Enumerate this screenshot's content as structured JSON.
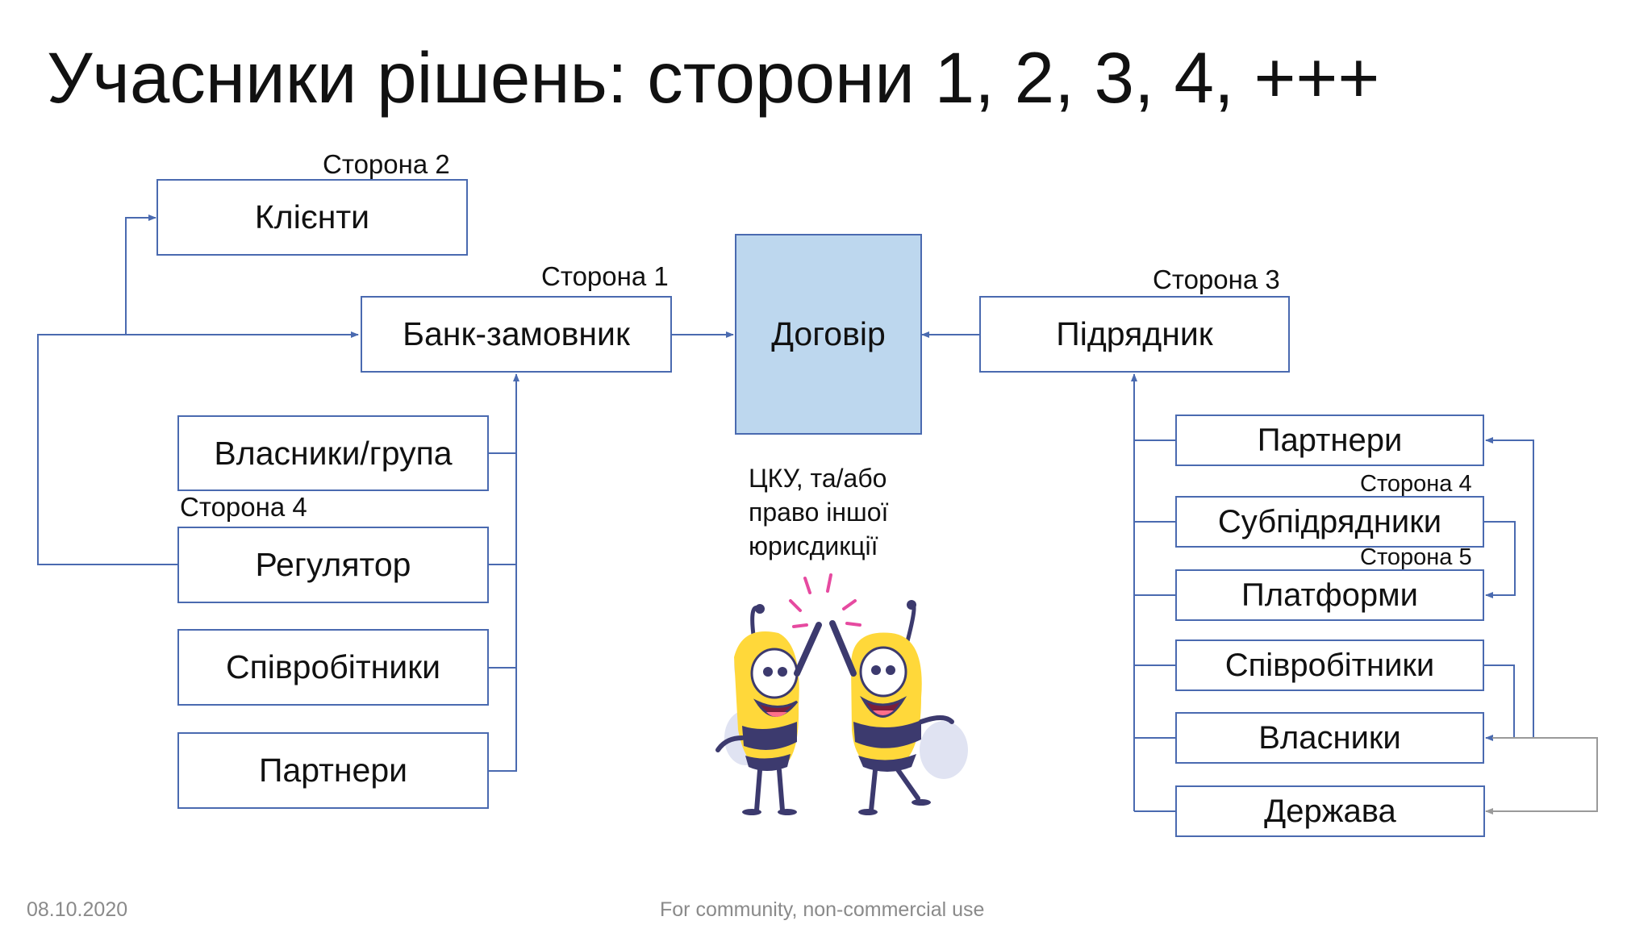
{
  "slide": {
    "title": "Учасники рішень: сторони 1, 2, 3, 4, +++",
    "date": "08.10.2020",
    "footer": "For community, non-commercial use"
  },
  "left": {
    "clients_label": "Сторона 2",
    "clients": "Клієнти",
    "bank_label": "Сторона 1",
    "bank": "Банк-замовник",
    "owners": "Власники/група",
    "regulator_label": "Сторона 4",
    "regulator": "Регулятор",
    "employees": "Співробітники",
    "partners": "Партнери"
  },
  "center": {
    "contract": "Договір",
    "law_note": "ЦКУ, та/або\nправо іншої\nюрисдикції"
  },
  "right": {
    "contractor_label": "Сторона 3",
    "contractor": "Підрядник",
    "partners": "Партнери",
    "subcontractors_label": "Сторона 4",
    "subcontractors": "Субпідрядники",
    "platforms_label": "Сторона 5",
    "platforms": "Платформи",
    "employees": "Співробітники",
    "owners": "Власники",
    "state": "Держава"
  },
  "colors": {
    "line": "#4a6ab0",
    "gray_line": "#9a9a9a",
    "contract_fill": "#bdd7ee"
  }
}
